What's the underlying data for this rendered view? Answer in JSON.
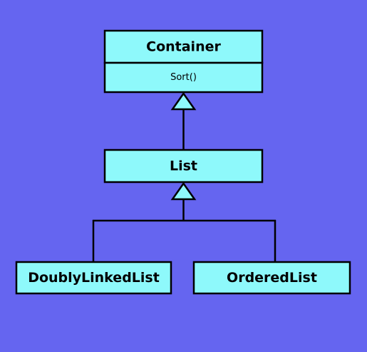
{
  "colors": {
    "background": "#6565f0",
    "class_fill": "#8ef9fb",
    "line": "#000000"
  },
  "diagram": {
    "type": "uml-class-hierarchy",
    "classes": [
      {
        "id": "container",
        "name": "Container",
        "methods": [
          "Sort()"
        ]
      },
      {
        "id": "list",
        "name": "List",
        "methods": []
      },
      {
        "id": "doublylinkedlist",
        "name": "DoublyLinkedList",
        "methods": []
      },
      {
        "id": "orderedlist",
        "name": "OrderedList",
        "methods": []
      }
    ],
    "relationships": [
      {
        "type": "generalization",
        "from": "list",
        "to": "container"
      },
      {
        "type": "generalization",
        "from": "doublylinkedlist",
        "to": "list"
      },
      {
        "type": "generalization",
        "from": "orderedlist",
        "to": "list"
      }
    ]
  }
}
